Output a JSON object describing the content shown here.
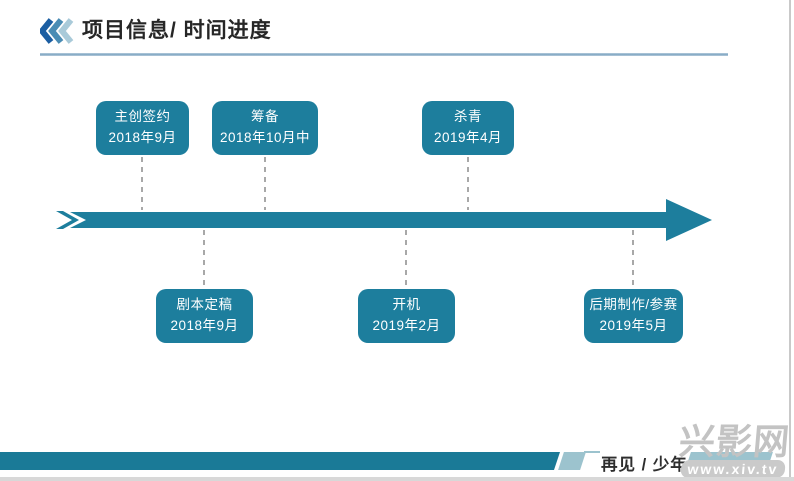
{
  "header": {
    "title": "项目信息/ 时间进度"
  },
  "timeline": {
    "top_events": [
      {
        "label": "主创签约",
        "date": "2018年9月"
      },
      {
        "label": "筹备",
        "date": "2018年10月中"
      },
      {
        "label": "杀青",
        "date": "2019年4月"
      }
    ],
    "bottom_events": [
      {
        "label": "剧本定稿",
        "date": "2018年9月"
      },
      {
        "label": "开机",
        "date": "2019年2月"
      },
      {
        "label": "后期制作/参赛",
        "date": "2019年5月"
      }
    ]
  },
  "footer": {
    "caption": "再见 / 少年"
  },
  "watermark": {
    "site_name": "兴影网",
    "site_url": "www.xiv.tv"
  },
  "colors": {
    "teal": "#1d7e9d",
    "footer_teal": "#1a7a97",
    "light_teal": "#9cc3ce",
    "chevron_dark": "#1b5ea2",
    "chevron_mid": "#4a8cb4",
    "chevron_light": "#a9cad9",
    "dash_gray": "#a8a8a8"
  }
}
